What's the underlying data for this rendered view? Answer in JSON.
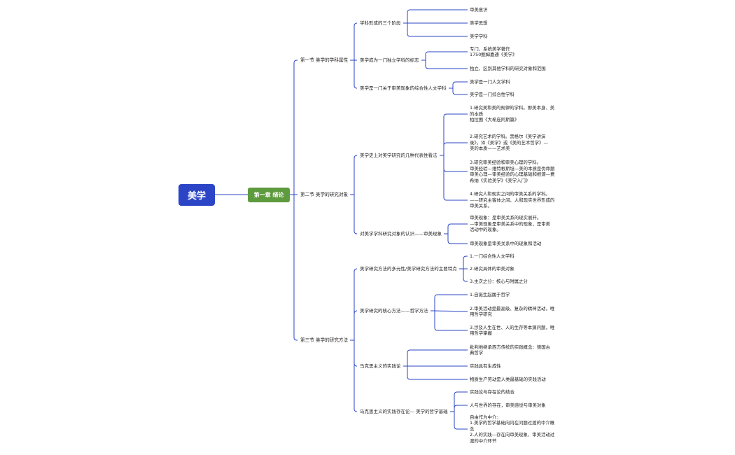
{
  "root": {
    "label": "美学"
  },
  "chapter": {
    "label": "第一章 绪论"
  },
  "sections": [
    {
      "label": "第一节 美学的学科属性",
      "topics": [
        {
          "label": "学科形成的三个阶段",
          "leaves": [
            "审美意识",
            "美学思想",
            "美学学科"
          ]
        },
        {
          "label": "美学成为一门独立学科的标志",
          "leaves": [
            "专门、系统美学著作\n1750鲍姆嘉通《美学》",
            "独立、区别其他学科的研究对象和范围"
          ]
        },
        {
          "label": "美学是一门关于审美现象的综合性人文学科",
          "leaves": [
            "美学是一门人文学科",
            "美学是一门综合性学科"
          ]
        }
      ]
    },
    {
      "label": "第二节 美学的研究对象",
      "topics": [
        {
          "label": "美学史上对美学研究的几种代表性看法",
          "leaves": [
            "1.研究美和美的规律的学科。即美本身、美\n的本质\n柏拉图《大希庇阿斯篇》",
            "2.研究艺术的学科。黑格尔《美学讲演\n录》，译《美学》或《美的艺术哲学》—\n美的本质——艺术美",
            "3.研究审美经验和审美心理的学科。\n审美经验—维特根斯坦—美的本质是伪命题\n审美心理—审美经验的心理基础和根源—费\n希纳《实验美学》《美学入门》",
            "4.研究人和现实之间的审美关系的学科。\n——研究主客体之间、人和现实世界形成的\n审美关系。"
          ]
        },
        {
          "label": "对美学学科研究对象的认识——审美现象",
          "leaves": [
            "审美现象：是审美关系的现实展开。\n—审美现象是审美关系中的现象，是审美\n活动中的现象。",
            "审美现象是审美关系中的现象和活动"
          ]
        }
      ]
    },
    {
      "label": "第三节 美学的研究方法",
      "topics": [
        {
          "label": "美学研究方法的多元性/美学研究方法的主要特点",
          "leaves": [
            "1.一门综合性人文学科",
            "2.研究具体的审美对象",
            "3.主次之分：核心与附属之分"
          ]
        },
        {
          "label": "美学研究的核心方法——哲学方法",
          "leaves": [
            "1.自诞生起属于哲学",
            "2.审美活动是最高级、复杂的精神活动，唯\n用哲学研究",
            "3.涉及人生在世、人的生存等本源问题，唯\n用哲学掌握"
          ]
        },
        {
          "label": "马克思主义的实践论",
          "leaves": [
            "批判地继承西方传统的实践概念：德国古\n典哲学",
            "实践具有生成性",
            "物质生产劳动是人类最基础的实践活动"
          ]
        },
        {
          "label": "马克思主义的实践存在论— 美学的哲学基础",
          "leaves": [
            "实践论与存在论的结合",
            "人与世界的存在，审美感觉与审美对象",
            "自由作为中介：\n1.美学的哲学基础向内在问题过渡的中介概\n念\n2.人的实践—存在向审美现象、审美活动过\n渡的中介环节"
          ]
        }
      ]
    }
  ],
  "colors": {
    "root": "#2B45C6",
    "chapter": "#5E9A3E",
    "line": "#2B45C6"
  }
}
